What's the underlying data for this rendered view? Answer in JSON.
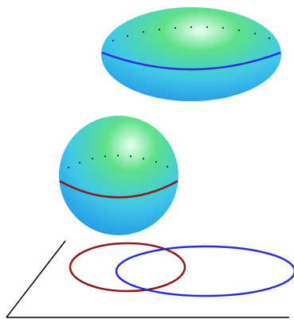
{
  "diagram": {
    "shapes": [
      {
        "name": "ellipsoid",
        "equator_color": "#2b2bd9",
        "role": "upper"
      },
      {
        "name": "sphere",
        "equator_color": "#8b1a1a",
        "role": "lower"
      }
    ],
    "projections": [
      {
        "name": "sphere-projection",
        "color": "#8b1a1a"
      },
      {
        "name": "ellipsoid-projection",
        "color": "#2b2bd9"
      }
    ],
    "colors": {
      "surface_top": "#5fe08a",
      "surface_mid": "#3fc8e8",
      "surface_bottom": "#1e8fe6",
      "axis": "#000000",
      "dots": "#111111"
    }
  }
}
